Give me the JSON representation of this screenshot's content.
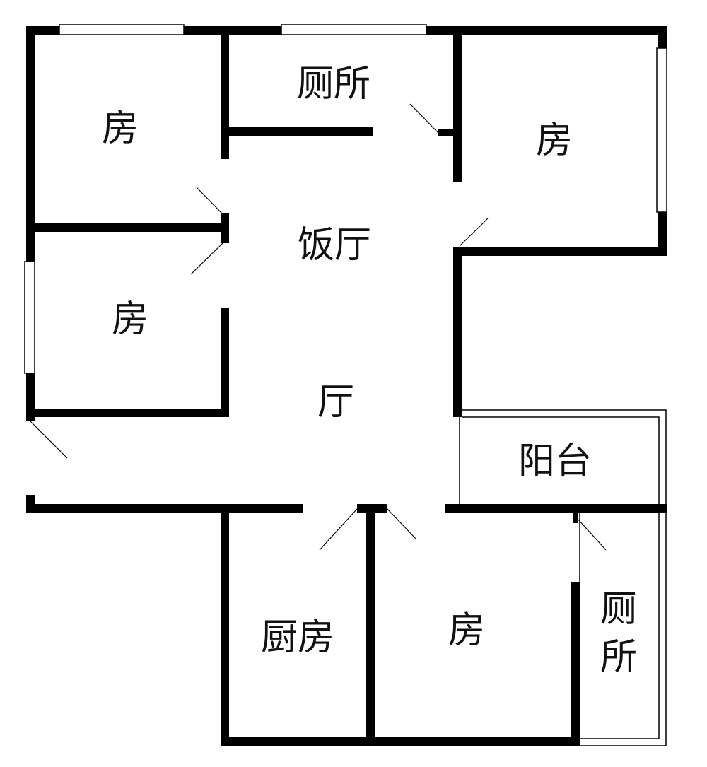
{
  "floor_plan": {
    "rooms": {
      "bedroom_top_left": "房",
      "toilet_top": "厕所",
      "bedroom_top_right": "房",
      "dining_room": "饭厅",
      "bedroom_mid_left": "房",
      "living_room": "厅",
      "balcony": "阳台",
      "kitchen": "厨房",
      "bedroom_bottom": "房",
      "toilet_bottom_line1": "厕",
      "toilet_bottom_line2": "所"
    },
    "colors": {
      "wall": "#000000",
      "background": "#ffffff"
    }
  }
}
